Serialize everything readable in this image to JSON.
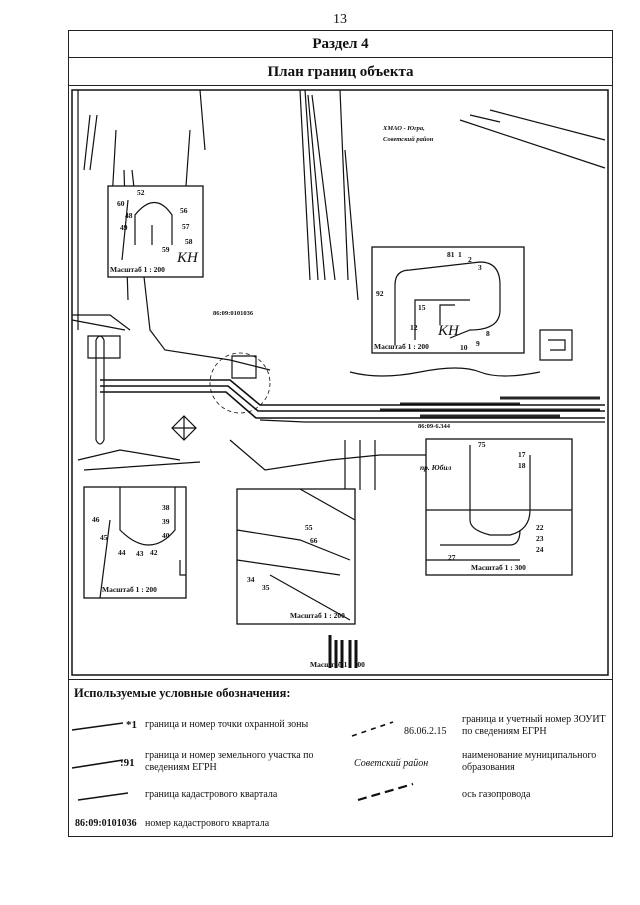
{
  "page_number": "13",
  "section_title": "Раздел 4",
  "plan_title": "План границ объекта",
  "map": {
    "region_label_line1": "ХМАО - Югра,",
    "region_label_line2": "Советский район",
    "quarter_number": "86:09:0101036",
    "zouit_number": "86:09-6.344",
    "road_label": "пр. Юбил",
    "insets": [
      {
        "scale": "Масштаб 1 : 200",
        "tag": "КН",
        "points": [
          "52",
          "48",
          "49",
          "56",
          "57",
          "58",
          "59",
          "60"
        ]
      },
      {
        "scale": "Масштаб 1 : 200",
        "tag": "КН",
        "points": [
          "81",
          "1",
          "2",
          "3",
          "15",
          "12",
          "10",
          "9",
          "8",
          "92"
        ]
      },
      {
        "scale": "Масштаб 1 : 200",
        "points": [
          "38",
          "39",
          "40",
          "45",
          "46",
          "44",
          "43",
          "42"
        ]
      },
      {
        "scale": "Масштаб 1 : 200",
        "points": [
          "55",
          "34",
          "35",
          "66"
        ]
      },
      {
        "scale": "Масштаб 1 : 300",
        "points": [
          "75",
          "17",
          "18",
          "22",
          "23",
          "24",
          "27"
        ]
      },
      {
        "scale": "Масштаб 1 : 100"
      }
    ]
  },
  "legend": {
    "title": "Используемые условные обозначения:",
    "items": [
      {
        "marker": "*1",
        "label": "граница и номер точки охранной зоны"
      },
      {
        "marker": ":91",
        "label": "граница и номер земельного участка по сведениям ЕГРН"
      },
      {
        "marker": "",
        "label": "граница кадастрового квартала"
      },
      {
        "marker": "86:09:0101036",
        "label": "номер кадастрового квартала"
      },
      {
        "marker": "86.06.2.15",
        "label": "граница и учетный номер ЗОУИТ по сведениям ЕГРН"
      },
      {
        "marker": "Советский район",
        "label": "наименование муниципального образования"
      },
      {
        "marker": "",
        "label": "ось газопровода"
      }
    ]
  }
}
